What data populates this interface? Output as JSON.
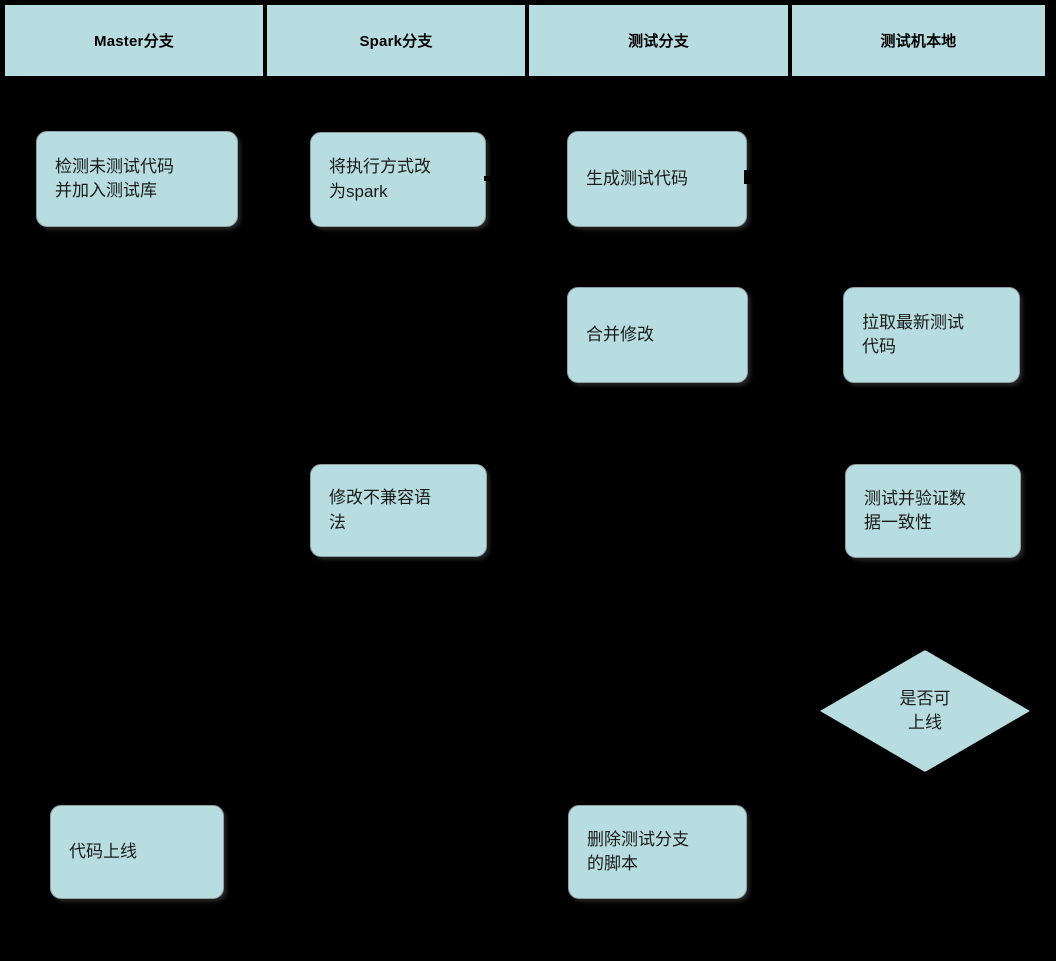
{
  "diagram": {
    "title": "Spark test branch workflow flowchart",
    "background_color": "#000000",
    "node_fill_color": "#b8dde1",
    "node_border_color": "#8f9fa2",
    "header_border_color": "#000000",
    "text_color": "#1a1a1a"
  },
  "lanes": [
    {
      "id": "master",
      "label": "Master分支"
    },
    {
      "id": "spark",
      "label": "Spark分支"
    },
    {
      "id": "test-branch",
      "label": "测试分支"
    },
    {
      "id": "test-machine",
      "label": "测试机本地"
    }
  ],
  "nodes": [
    {
      "id": "detect-untested-code",
      "lane": "master",
      "type": "process",
      "label": "检测未测试代码\n并加入测试库"
    },
    {
      "id": "change-exec-to-spark",
      "lane": "spark",
      "type": "process",
      "label": "将执行方式改\n为spark"
    },
    {
      "id": "generate-test-code",
      "lane": "test-branch",
      "type": "process",
      "label": "生成测试代码"
    },
    {
      "id": "merge-changes",
      "lane": "test-branch",
      "type": "process",
      "label": "合并修改"
    },
    {
      "id": "pull-latest-test-code",
      "lane": "test-machine",
      "type": "process",
      "label": "拉取最新测试\n代码"
    },
    {
      "id": "fix-incompatible-syntax",
      "lane": "spark",
      "type": "process",
      "label": "修改不兼容语\n法"
    },
    {
      "id": "verify-data-consistency",
      "lane": "test-machine",
      "type": "process",
      "label": "测试并验证数\n据一致性"
    },
    {
      "id": "can-release-decision",
      "lane": "test-machine",
      "type": "decision",
      "label": "是否可\n上线"
    },
    {
      "id": "code-release",
      "lane": "master",
      "type": "process",
      "label": "代码上线"
    },
    {
      "id": "delete-test-branch-scripts",
      "lane": "test-branch",
      "type": "process",
      "label": "删除测试分支\n的脚本"
    }
  ]
}
